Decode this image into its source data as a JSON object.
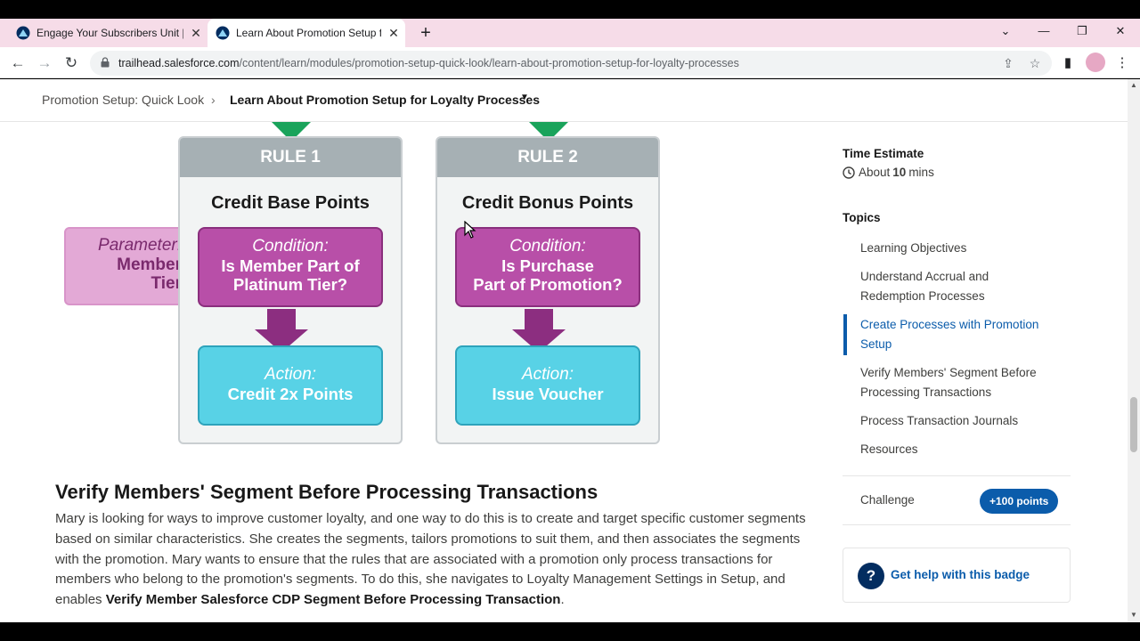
{
  "browser": {
    "tabs": [
      {
        "title": "Engage Your Subscribers Unit | Sa",
        "favicon": "trailhead-icon",
        "active": false
      },
      {
        "title": "Learn About Promotion Setup for L",
        "favicon": "trailhead-icon",
        "active": true
      }
    ],
    "new_tab": "+",
    "url_host": "trailhead.salesforce.com",
    "url_path": "/content/learn/modules/promotion-setup-quick-look/learn-about-promotion-setup-for-loyalty-processes"
  },
  "breadcrumb": {
    "parent": "Promotion Setup: Quick Look",
    "current": "Learn About Promotion Setup for Loyalty Processes"
  },
  "diagram": {
    "parameter_label": "Parameter:",
    "parameter_value_1": "Member",
    "parameter_value_2": "Tier",
    "rules": [
      {
        "header": "RULE 1",
        "title": "Credit Base Points",
        "condition_label": "Condition:",
        "condition_line1": "Is Member Part of",
        "condition_line2": "Platinum Tier?",
        "action_label": "Action:",
        "action_value": "Credit 2x Points"
      },
      {
        "header": "RULE 2",
        "title": "Credit Bonus Points",
        "condition_label": "Condition:",
        "condition_line1": "Is Purchase",
        "condition_line2": "Part of Promotion?",
        "action_label": "Action:",
        "action_value": "Issue Voucher"
      }
    ],
    "colors": {
      "condition": "#b84fa8",
      "action": "#58d2e6",
      "parameter": "#e3a9d6",
      "arrow": "#8c2e80",
      "header": "#a6b0b4",
      "trigger": "#1aa35b"
    }
  },
  "article": {
    "heading": "Verify Members' Segment Before Processing Transactions",
    "paragraph": "Mary is looking for ways to improve customer loyalty, and one way to do this is to create and target specific customer segments based on similar characteristics. She creates the segments, tailors promotions to suit them, and then associates the segments with the promotion. Mary wants to ensure that the rules that are associated with a promotion only process transactions for members who belong to the promotion's segments. To do this, she navigates to Loyalty Management Settings in Setup, and enables ",
    "paragraph_bold": "Verify Member Salesforce CDP Segment Before Processing Transaction",
    "paragraph_end": "."
  },
  "sidebar": {
    "time_estimate_label": "Time Estimate",
    "time_prefix": "About",
    "time_value": "10",
    "time_unit": "mins",
    "topics_label": "Topics",
    "topics": [
      {
        "label": "Learning Objectives",
        "active": false
      },
      {
        "label": "Understand Accrual and Redemption Processes",
        "active": false
      },
      {
        "label": "Create Processes with Promotion Setup",
        "active": true
      },
      {
        "label": "Verify Members' Segment Before Processing Transactions",
        "active": false
      },
      {
        "label": "Process Transaction Journals",
        "active": false
      },
      {
        "label": "Resources",
        "active": false
      }
    ],
    "challenge_label": "Challenge",
    "challenge_points": "+100 points",
    "help_label": "Get help with this badge",
    "help_icon": "?"
  }
}
